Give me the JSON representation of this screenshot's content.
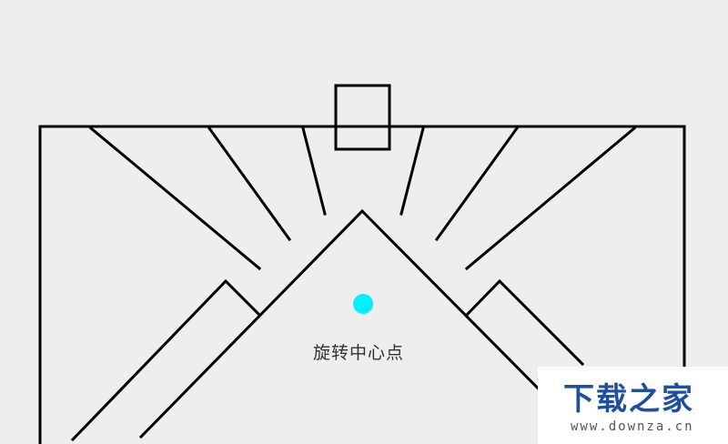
{
  "diagram": {
    "center_label": "旋转中心点",
    "center_color": "#00f0ff",
    "stroke_color": "#000000",
    "background": "#eeeeee"
  },
  "watermark": {
    "title": "下载之家",
    "url": "www.downza.cn",
    "title_color": "#1f4f9e"
  }
}
